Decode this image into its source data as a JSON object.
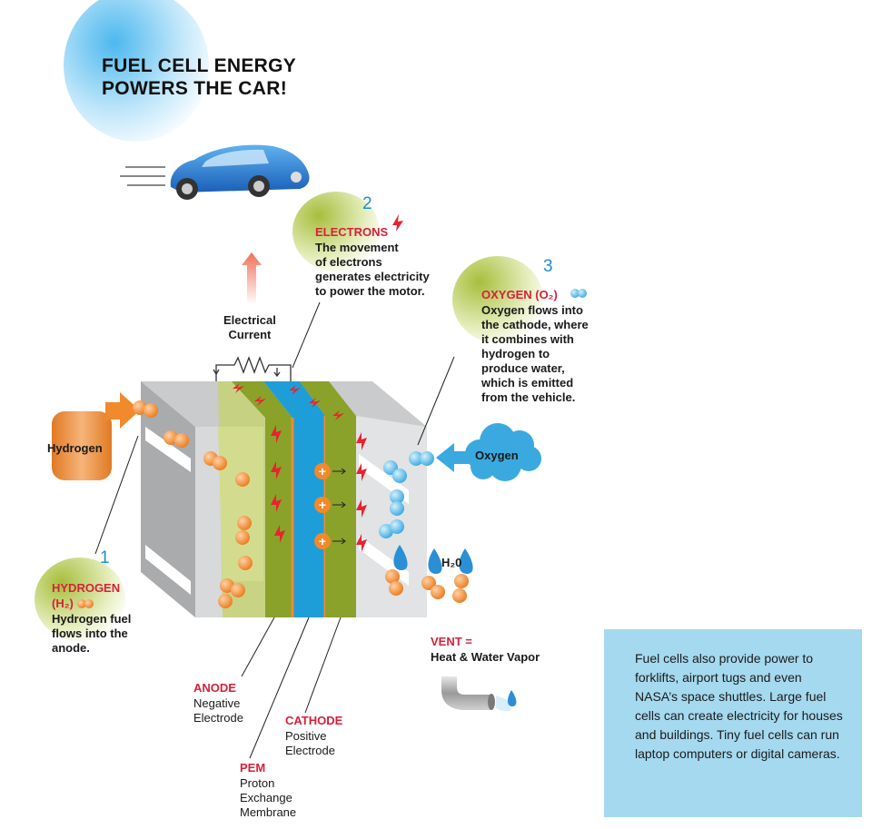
{
  "title": "FUEL CELL ENERGY\nPOWERS THE CAR!",
  "steps": [
    {
      "number": "1",
      "heading": "HYDROGEN",
      "formula": "(H₂)",
      "description": "Hydrogen fuel\nflows into the\nanode."
    },
    {
      "number": "2",
      "heading": "ELECTRONS",
      "description": "The movement\nof electrons\ngenerates electricity\nto power the motor."
    },
    {
      "number": "3",
      "heading": "OXYGEN (O₂)",
      "description": "Oxygen flows into\nthe cathode, where\nit combines with\nhydrogen to\nproduce water,\nwhich is emitted\nfrom the vehicle."
    }
  ],
  "labels": {
    "electrical_current": "Electrical\nCurrent",
    "hydrogen": "Hydrogen",
    "oxygen": "Oxygen",
    "water": "H₂0",
    "vent_heading": "VENT =",
    "vent_text": "Heat & Water Vapor"
  },
  "layers": [
    {
      "heading": "ANODE",
      "text": "Negative\nElectrode"
    },
    {
      "heading": "PEM",
      "text": "Proton\nExchange\nMembrane"
    },
    {
      "heading": "CATHODE",
      "text": "Positive\nElectrode"
    }
  ],
  "info_text": "Fuel cells also provide power to forklifts, airport tugs and even NASA’s space shuttles. Large fuel cells can create electricity for houses and buildings. Tiny fuel cells can run laptop computers or digital cameras.",
  "colors": {
    "accent_red": "#d6213a",
    "hydrogen_orange": "#f08a2c",
    "oxygen_blue": "#3aa9e0",
    "pem_blue": "#1e9ed8",
    "electrode_green": "#8aa12a",
    "cell_gray": "#b9bbbd",
    "info_box": "#a5d9ef"
  }
}
